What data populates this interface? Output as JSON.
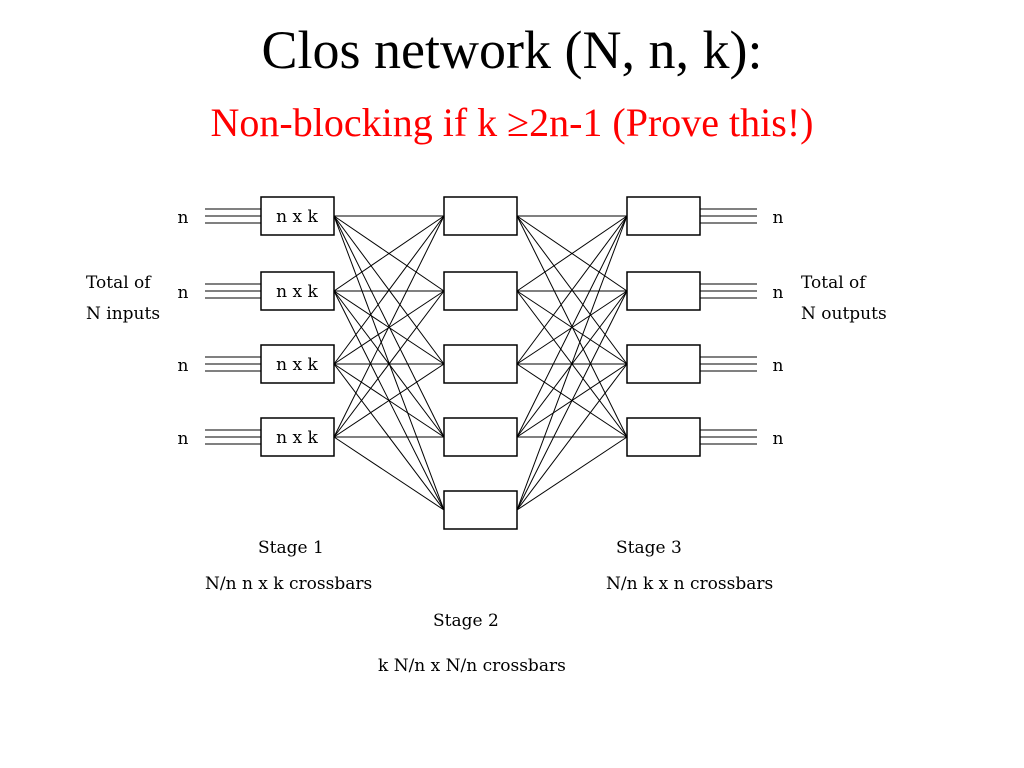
{
  "slide": {
    "title": "Clos network (N, n, k):",
    "subtitle": "Non-blocking if k ≥2n-1 (Prove this!)",
    "subtitle_color": "#ff0000"
  },
  "diagram": {
    "input_total": [
      "Total of",
      "N inputs"
    ],
    "output_total": [
      "Total of",
      "N outputs"
    ],
    "input_labels": [
      "n",
      "n",
      "n",
      "n"
    ],
    "output_labels": [
      "n",
      "n",
      "n",
      "n"
    ],
    "stage1_boxes": [
      "n x k",
      "n x k",
      "n x k",
      "n x k"
    ],
    "stage2_box_count": 5,
    "stage3_box_count": 4,
    "stage1_caption": [
      "Stage 1",
      "N/n  n x k crossbars"
    ],
    "stage2_caption": [
      "Stage 2",
      "k  N/n x N/n crossbars"
    ],
    "stage3_caption": [
      "Stage 3",
      "N/n k x n crossbars"
    ]
  }
}
